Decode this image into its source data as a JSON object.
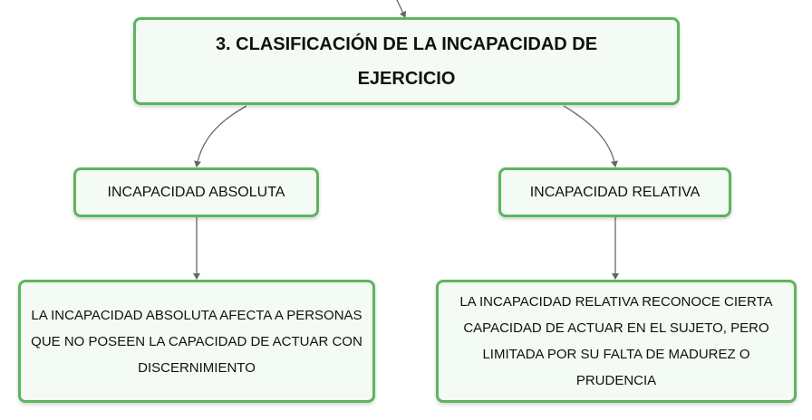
{
  "diagram": {
    "main": "3. CLASIFICACIÓN DE LA INCAPACIDAD DE EJERCICIO",
    "absolute": {
      "title": "INCAPACIDAD ABSOLUTA",
      "description": "LA INCAPACIDAD ABSOLUTA AFECTA A PERSONAS QUE NO POSEEN LA CAPACIDAD DE ACTUAR CON DISCERNIMIENTO"
    },
    "relative": {
      "title": "INCAPACIDAD RELATIVA",
      "description": "LA INCAPACIDAD RELATIVA RECONOCE CIERTA CAPACIDAD DE ACTUAR EN EL SUJETO, PERO LIMITADA POR SU FALTA DE MADUREZ O PRUDENCIA"
    },
    "colors": {
      "node_border": "#5db55f",
      "node_fill": "#f4faf4",
      "connector": "#666666"
    }
  }
}
